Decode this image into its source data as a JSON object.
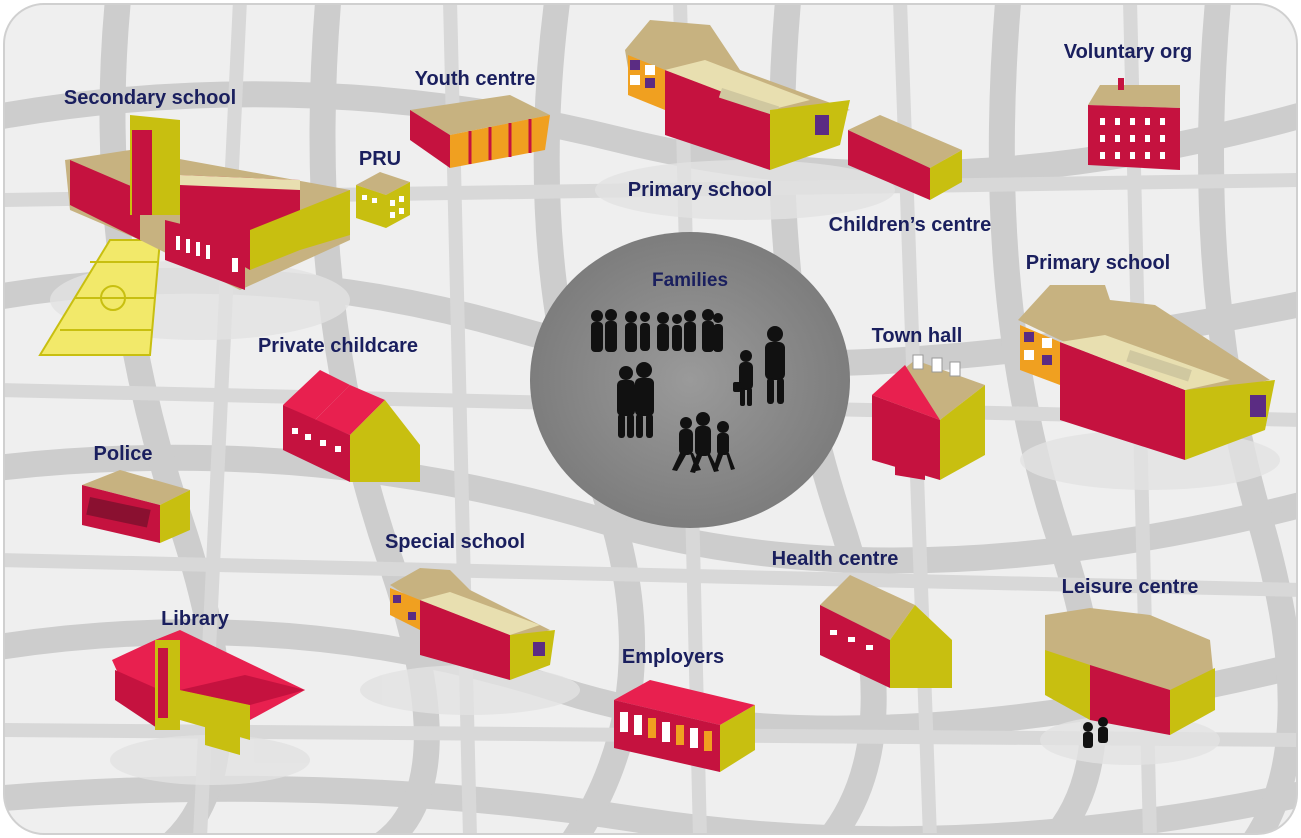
{
  "title": "",
  "center": {
    "label": "Families"
  },
  "places": {
    "secondary_school": "Secondary school",
    "youth_centre": "Youth centre",
    "pru": "PRU",
    "primary_school_top": "Primary school",
    "childrens_centre": "Children’s centre",
    "voluntary_org": "Voluntary org",
    "primary_school_right": "Primary school",
    "town_hall": "Town hall",
    "private_childcare": "Private childcare",
    "police": "Police",
    "special_school": "Special school",
    "health_centre": "Health centre",
    "leisure_centre": "Leisure centre",
    "library": "Library",
    "employers": "Employers"
  },
  "colors": {
    "map_background": "#eeeeee",
    "roads": "#c8c8c8",
    "wall_red": "#c5123f",
    "wall_olive": "#c8bf10",
    "roof_tan": "#c7b280",
    "accent_purple": "#5b2c83",
    "accent_orange": "#f0a020",
    "circle": "#8a8a8a",
    "label_text": "#1a1f5e"
  }
}
